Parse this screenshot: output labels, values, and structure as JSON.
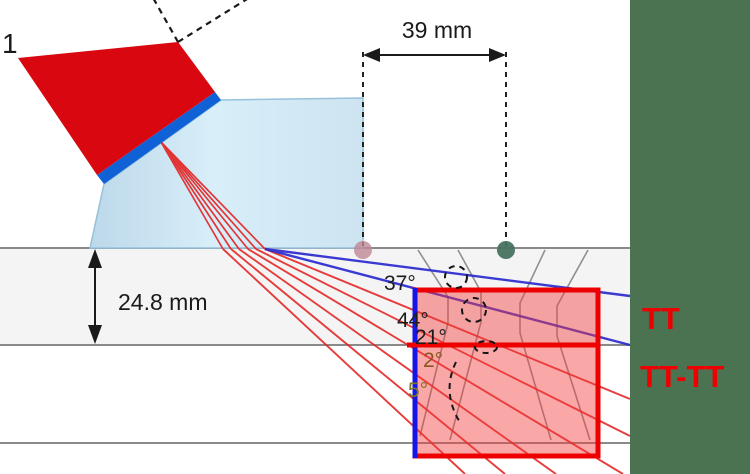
{
  "figure": {
    "probe_label": "1",
    "dim_width": "39 mm",
    "dim_depth": "24.8 mm",
    "angles": [
      {
        "label": "37°",
        "color": "#1c1c1c"
      },
      {
        "label": "44°",
        "color": "#1c1c1c"
      },
      {
        "label": "21°",
        "color": "#1c1c1c"
      },
      {
        "label": "2°",
        "color": "#8a5720"
      },
      {
        "label": "5°",
        "color": "#7d7424"
      }
    ],
    "zone_labels": [
      {
        "label": "TT",
        "color": "#ee0000"
      },
      {
        "label": "TT-TT",
        "color": "#ee0000"
      }
    ],
    "colors": {
      "probe_red": "#d90810",
      "probe_face_blue": "#1061d6",
      "wedge_blue": "#cfe5f2",
      "beam_red": "#e32222",
      "skip_line_blue": "#2b2bd0",
      "roi_fill": "rgba(244,60,60,0.45)",
      "roi_border": "#ee0000",
      "roi_left_edge": "#1515e6",
      "sidebar_green": "#4b7352",
      "plate_fill": "#f4f4f4",
      "plate_line": "#8a8a8a",
      "weld_line": "#909090",
      "marker_pink": "#bf8795",
      "marker_green": "#47735f",
      "dimension_black": "#1a1a1a"
    }
  }
}
